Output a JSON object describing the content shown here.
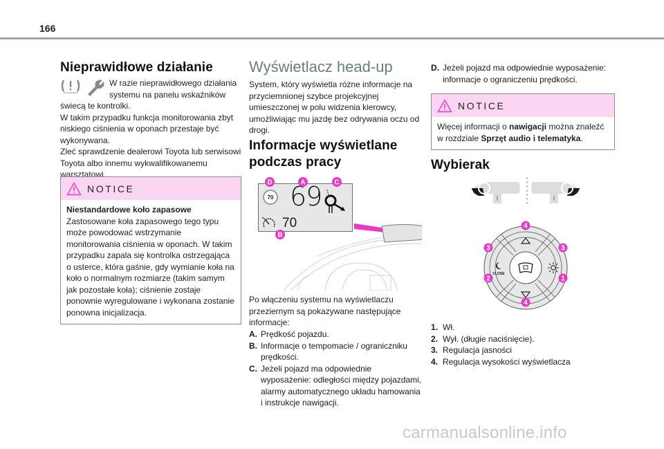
{
  "page": {
    "number": "166",
    "watermark": "carmanualsonline.info"
  },
  "colors": {
    "rule": "#9ba5a4",
    "notice_header": "#fbd6f2",
    "accent_magenta": "#e83ac8",
    "heading_light": "#6b7d7c"
  },
  "malfunction": {
    "title": "Nieprawidłowe działanie",
    "icons": [
      "tire-pressure-warning-icon",
      "wrench-icon"
    ],
    "paragraph_lines": [
      "W razie nieprawidłowego działania",
      "systemu na panelu wskaźników"
    ],
    "paragraph_rest": "świecą te kontrolki.",
    "paragraph2": "W takim przypadku funkcja monitorowania zbyt niskiego ciśnienia w oponach przestaje być wykonywana.",
    "paragraph3": "Zleć sprawdzenie dealerowi Toyota lub serwisowi Toyota albo innemu wykwalifikowanemu warsztatowi."
  },
  "notice1": {
    "title": "NOTICE",
    "icon": "warning-triangle-icon",
    "bold_heading": "Niestandardowe koło zapasowe",
    "text": "Zastosowane koła zapasowego tego typu może powodować wstrzymanie monitorowania ciśnienia w oponach. W takim przypadku zapala się kontrolka ostrzegająca o usterce, która gaśnie, gdy wymianie koła na koło o normalnym rozmiarze (takim samym jak pozostałe koła); ciśnienie zostaje ponownie wyregulowane i wykonana zostanie ponowna inicjalizacja."
  },
  "hud": {
    "title": "Wyświetlacz head-up",
    "intro": "System, który wyświetla różne informacje na przyciemnionej szybce projekcyjnej umieszczonej w polu widzenia kierowcy, umożliwiając mu jazdę bez odrywania oczu od drogi.",
    "section_title": "Informacje wyświetlane podczas pracy",
    "illustration": {
      "speed": "69",
      "speed_limit_sign": "70",
      "cruise_value": "70",
      "labels": [
        "A",
        "B",
        "C",
        "D"
      ]
    },
    "list_intro": "Po włączeniu systemu na wyświetlaczu przeziernym są pokazywane następujące informacje:",
    "items": [
      {
        "key": "A.",
        "text": "Prędkość pojazdu."
      },
      {
        "key": "B.",
        "text": "Informacje o tempomacie / ograniczniku prędkości."
      },
      {
        "key": "C.",
        "text": "Jeżeli pojazd ma odpowiednie wyposażenie: odległości między pojazdami, alarmy automatycznego układu hamowania i instrukcje nawigacji."
      },
      {
        "key": "D.",
        "text": "Jeżeli pojazd ma odpowiednie wyposażenie: informacje o ograniczeniu prędkości."
      }
    ]
  },
  "notice2": {
    "title": "NOTICE",
    "icon": "warning-triangle-icon",
    "text_pre": "Więcej informacji o ",
    "text_bold1": "nawigacji",
    "text_mid": " można znaleźć w rozdziale ",
    "text_bold2": "Sprzęt audio i telematyka",
    "text_post": "."
  },
  "selector": {
    "title": "Wybierak",
    "dial": {
      "close_label": "CLOSE",
      "badges": [
        "4",
        "3",
        "3",
        "2",
        "1",
        "4"
      ]
    },
    "items": [
      {
        "key": "1.",
        "text": "Wł."
      },
      {
        "key": "2.",
        "text": "Wył. (długie naciśnięcie)."
      },
      {
        "key": "3.",
        "text": "Regulacja jasności"
      },
      {
        "key": "4.",
        "text": "Regulacja wysokości wyświetlacza"
      }
    ]
  }
}
